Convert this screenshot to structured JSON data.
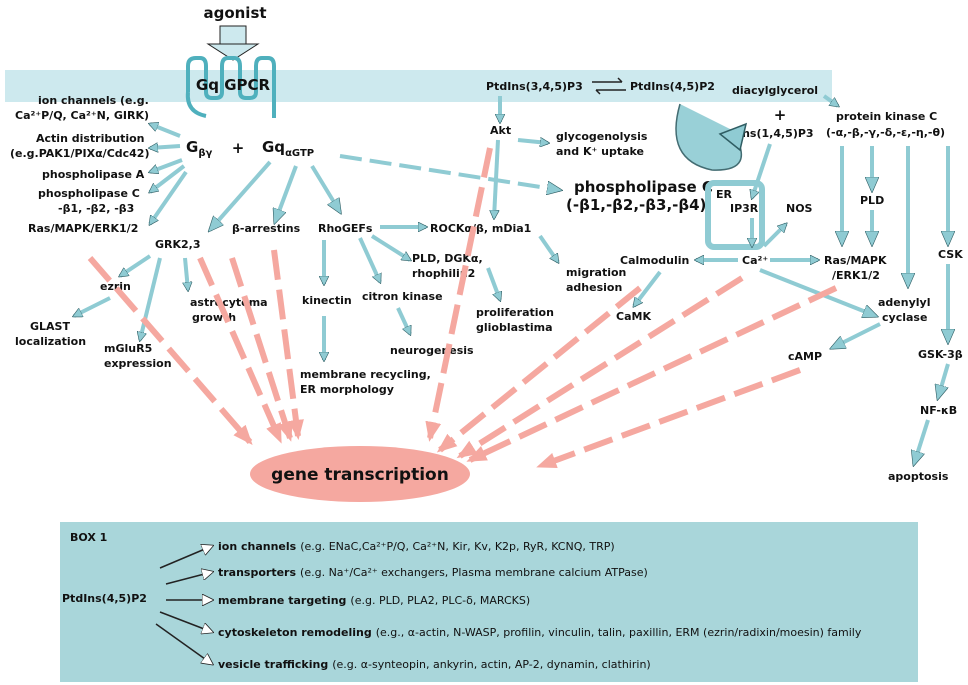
{
  "agonist": "agonist",
  "receptor": "Gq GPCR",
  "gbg": {
    "main": "G",
    "sub": "βγ"
  },
  "plus": "+",
  "gq": {
    "main": "Gq",
    "sub": "αGTP"
  },
  "ptdins345": "PtdIns(3,4,5)P3",
  "ptdins45": "PtdIns(4,5)P2",
  "dag": "diacylglycerol",
  "ip3": "Ins(1,4,5)P3",
  "pkc": [
    "protein kinase C",
    "(-α,-β,-γ,-δ,-ε,-η,-θ)"
  ],
  "gbg_targets": {
    "ion_channels": [
      "ion channels (e.g.",
      "Ca²⁺P/Q, Ca²⁺N, GIRK)"
    ],
    "actin": [
      "Actin distribution",
      "(e.g.PAK1/PIXα/Cdc42)"
    ],
    "pla": "phospholipase A",
    "plc": [
      "phospholipase C",
      "-β1, -β2, -β3"
    ],
    "ras": "Ras/MAPK/ERK1/2"
  },
  "akt": "Akt",
  "glyco": [
    "glycogenolysis",
    "and K⁺ uptake"
  ],
  "plc_main": [
    "phospholipase  C",
    "(-β1,-β2,-β3,-β4)"
  ],
  "er": "ER",
  "ip3r": "IP3R",
  "nos": "NOS",
  "pld": "PLD",
  "grk": "GRK2,3",
  "arrestins": "β-arrestins",
  "rhogefs": "RhoGEFs",
  "rock": "ROCKα/β, mDia1",
  "pld_dgk": [
    "PLD, DGKα,",
    "rhophilin2"
  ],
  "migration": [
    "migration",
    "adhesion"
  ],
  "calmodulin": "Calmodulin",
  "ca": "Ca²⁺",
  "ras_right": [
    "Ras/MAPK",
    "/ERK1/2"
  ],
  "csk": "CSK",
  "ezrin": "ezrin",
  "astro": [
    "astrocytoma",
    "growth"
  ],
  "kinectin": "kinectin",
  "citron": "citron kinase",
  "prolif": [
    "proliferation",
    "glioblastima"
  ],
  "camk": "CaMK",
  "adenylyl": [
    "adenylyl",
    "cyclase"
  ],
  "glast": [
    "GLAST",
    "localization"
  ],
  "mglur5": [
    "mGluR5",
    "expression"
  ],
  "neurogenesis": "neurogenesis",
  "membrane": [
    "membrane recycling,",
    "ER morphology"
  ],
  "camp": "cAMP",
  "gsk": "GSK-3β",
  "nfkb": "NF-κB",
  "apoptosis": "apoptosis",
  "gene_transcription": "gene transcription",
  "box": {
    "title": "BOX 1",
    "source": "PtdIns(4,5)P2",
    "items": [
      {
        "name": "ion channels",
        "examples": "(e.g. ENaC,Ca²⁺P/Q, Ca²⁺N, Kir, Kv, K2p, RyR, KCNQ, TRP)"
      },
      {
        "name": "transporters",
        "examples": "(e.g. Na⁺/Ca²⁺ exchangers, Plasma membrane calcium ATPase)"
      },
      {
        "name": "membrane targeting",
        "examples": "(e.g. PLD, PLA2, PLC-δ, MARCKS)"
      },
      {
        "name": "cytoskeleton remodeling",
        "examples": "(e.g., α-actin, N-WASP, profilin, vinculin, talin, paxillin, ERM (ezrin/radixin/moesin) family"
      },
      {
        "name": "vesicle trafficking",
        "examples": "(e.g. α-synteopin, ankyrin, actin, AP-2, dynamin, clathirin)"
      }
    ]
  },
  "colors": {
    "membrane": "#cde9ee",
    "teal": "#8fcbd3",
    "teal_dark": "#2f5d63",
    "salmon": "#f5a8a0",
    "box": "#a9d6da",
    "receptor": "#4fb0bd"
  }
}
